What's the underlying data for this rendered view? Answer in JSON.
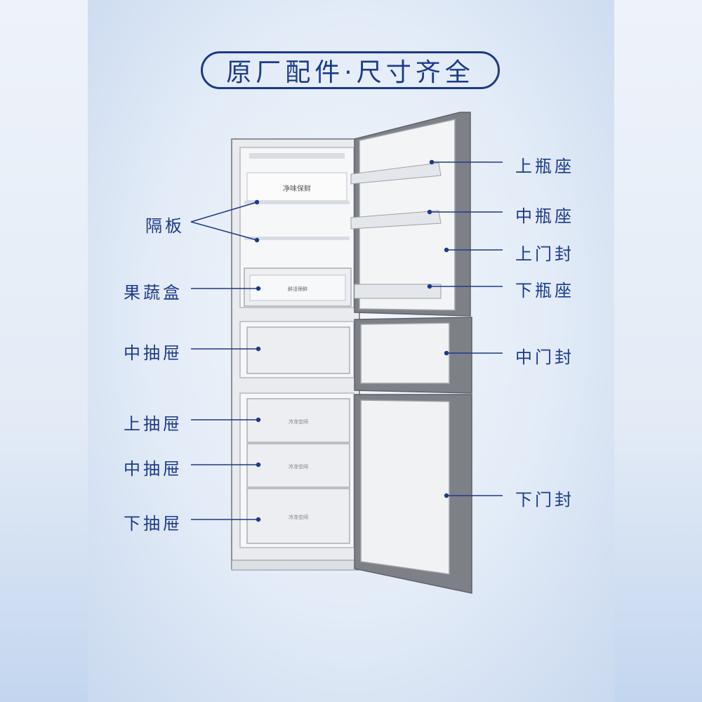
{
  "title": "原厂配件·尺寸齐全",
  "colors": {
    "accent": "#1c3a8c",
    "fridge_body": "#7b7d85",
    "interior": "#f4f6f8"
  },
  "left_labels": {
    "shelf": "隔板",
    "crisper": "果蔬盒",
    "middle_drawer": "中抽屉",
    "upper_drawer": "上抽屉",
    "middle_drawer_2": "中抽屉",
    "lower_drawer": "下抽屉"
  },
  "right_labels": {
    "upper_bottle_rack": "上瓶座",
    "middle_bottle_rack": "中瓶座",
    "upper_door_seal": "上门封",
    "lower_bottle_rack": "下瓶座",
    "middle_door_seal": "中门封",
    "lower_door_seal": "下门封"
  },
  "fridge_print": {
    "top_panel": "净味保鲜",
    "crisper_tag": "鲜活保鲜",
    "drawer_tag": "冷冻空间"
  }
}
